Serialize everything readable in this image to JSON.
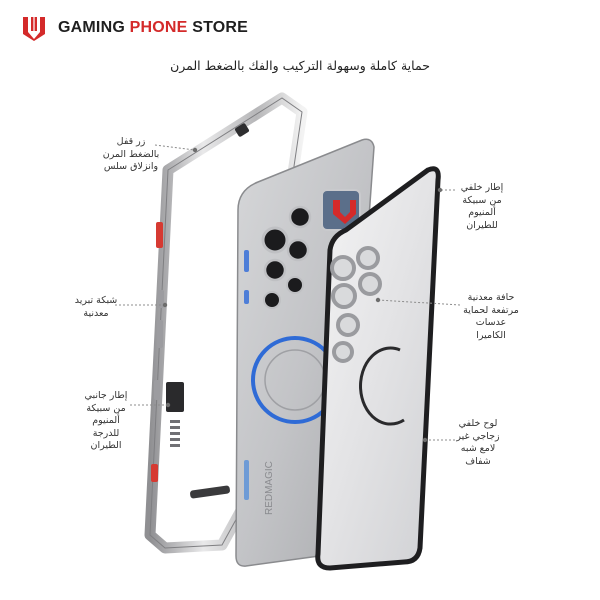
{
  "brand": {
    "word1": "GAMING",
    "word2": "PHONE",
    "word3": "STORE",
    "accent_color": "#d42a2a",
    "logo_icon": "red-magic-logo-icon"
  },
  "headline": "حماية كاملة وسهولة التركيب والفك بالضغط المرن",
  "labels": {
    "lock_button": [
      "زر قفل",
      "بالضغط المرن",
      "وانزلاق سلس"
    ],
    "cooling_grid": [
      "شبكة تبريد",
      "معدنية"
    ],
    "side_frame": [
      "إطار جانبي",
      "من سبيكة",
      "ألمنيوم",
      "للدرجة",
      "الطيران"
    ],
    "back_frame": [
      "إطار خلفي",
      "من سبيكة",
      "ألمنيوم",
      "للطيران"
    ],
    "camera_edge": [
      "حافة معدنية",
      "مرتفعة لحماية",
      "عدسات",
      "الكاميرا"
    ],
    "glass_back": [
      "لوح خلفي",
      "زجاجي غير",
      "لامع شبه",
      "شفاف"
    ]
  },
  "phone": {
    "back_text": "REDMAGIC"
  }
}
